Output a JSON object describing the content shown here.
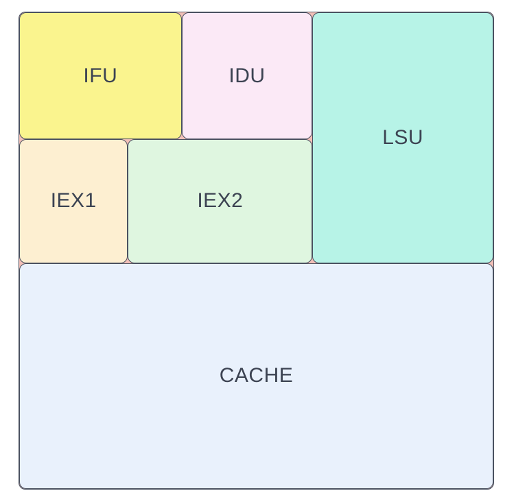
{
  "figure": {
    "type": "block-floorplan-diagram",
    "page_background": "#ffffff",
    "board": {
      "fill": "#f2c0b8",
      "border_color": "#4a5160",
      "label_color": "#3c4352"
    },
    "blocks": [
      {
        "id": "ifu",
        "label": "IFU",
        "fill": "#faf48e"
      },
      {
        "id": "idu",
        "label": "IDU",
        "fill": "#fbe9f6"
      },
      {
        "id": "lsu",
        "label": "LSU",
        "fill": "#b7f3e7"
      },
      {
        "id": "iex1",
        "label": "IEX1",
        "fill": "#fdefd1"
      },
      {
        "id": "iex2",
        "label": "IEX2",
        "fill": "#dff6e0"
      },
      {
        "id": "cache",
        "label": "CACHE",
        "fill": "#e9f1fc"
      }
    ]
  }
}
